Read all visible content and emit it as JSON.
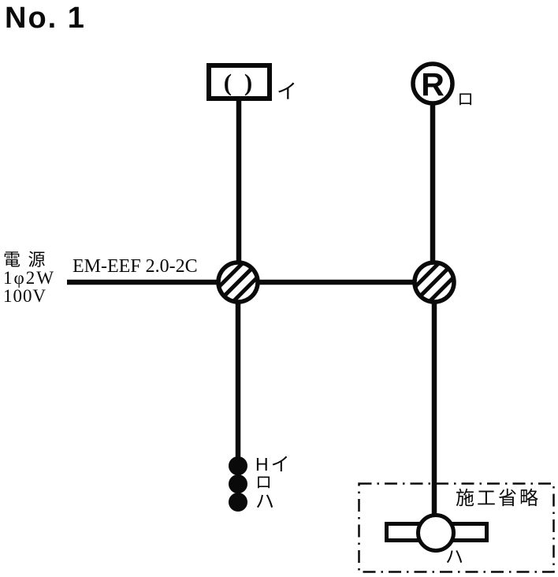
{
  "title": "No. 1",
  "colors": {
    "ink": "#000000",
    "paper": "#ffffff"
  },
  "power_source": {
    "line1": "電 源",
    "line2": "1φ2W",
    "line3": "100V"
  },
  "cable": {
    "label": "EM-EEF 2.0-2C"
  },
  "fixtures": {
    "ceiling_light": {
      "symbol": "( )",
      "circuit": "イ"
    },
    "lamp_receptacle": {
      "symbol": "R",
      "circuit": "ロ"
    },
    "fluorescent_light": {
      "circuit": "ハ"
    }
  },
  "switches": [
    {
      "prefix": "H",
      "circuit": "イ"
    },
    {
      "prefix": "",
      "circuit": "ロ"
    },
    {
      "prefix": "",
      "circuit": "ハ"
    }
  ],
  "omission_area": {
    "label": "施工省略"
  }
}
